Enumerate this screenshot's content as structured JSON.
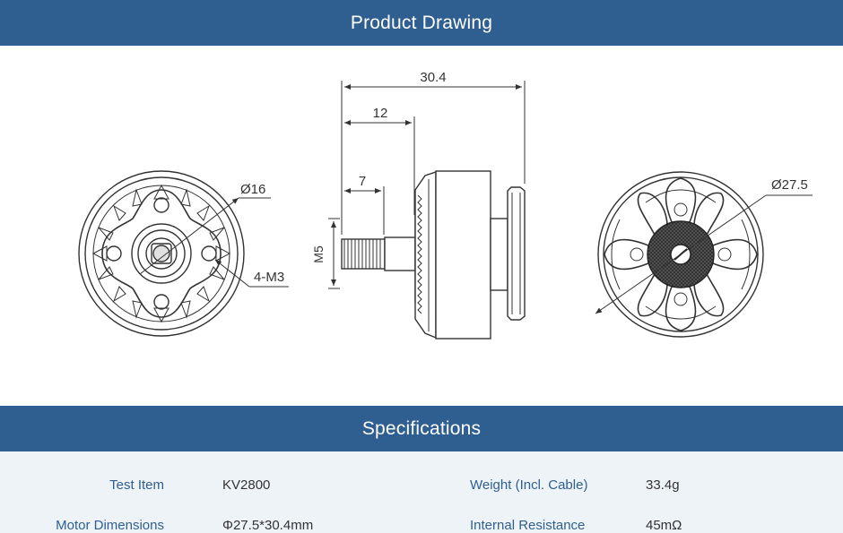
{
  "header": {
    "title": "Product Drawing"
  },
  "drawing": {
    "dim_total_length": "30.4",
    "dim_shaft_length": "12",
    "dim_thread_length": "7",
    "dim_thread": "M5",
    "dim_mount_diameter": "Ø16",
    "dim_mount_holes": "4-M3",
    "dim_outer_diameter": "Ø27.5"
  },
  "specs_section": {
    "title": "Specifications"
  },
  "specs": {
    "row1": {
      "label_left": "Test Item",
      "value_left": "KV2800",
      "label_right": "Weight (Incl. Cable)",
      "value_right": "33.4g"
    },
    "row2": {
      "label_left": "Motor Dimensions",
      "value_left": "Φ27.5*30.4mm",
      "label_right": "Internal Resistance",
      "value_right": "45mΩ"
    }
  }
}
